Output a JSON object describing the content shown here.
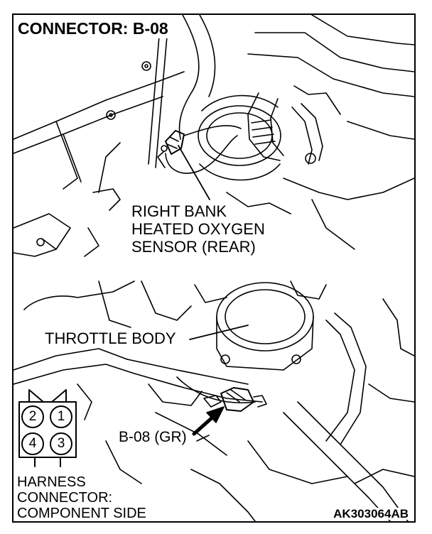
{
  "title": "CONNECTOR: B-08",
  "sensor_label": {
    "line1": "RIGHT BANK",
    "line2": "HEATED OXYGEN",
    "line3": "SENSOR (REAR)"
  },
  "throttle_label": "THROTTLE BODY",
  "connector_label": "B-08 (GR)",
  "harness": {
    "pins": [
      "2",
      "1",
      "4",
      "3"
    ],
    "caption_line1": "HARNESS",
    "caption_line2": "CONNECTOR:",
    "caption_line3": "COMPONENT SIDE"
  },
  "figure_code": "AK303064AB"
}
